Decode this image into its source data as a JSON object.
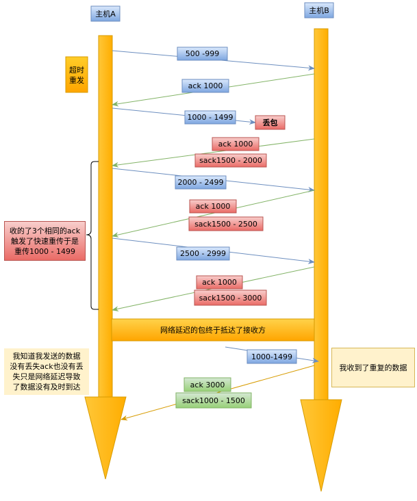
{
  "hosts": {
    "a": "主机A",
    "b": "主机B"
  },
  "timeout_label": "超时\n重发",
  "messages": [
    {
      "label": "500 -999",
      "kind": "blue"
    },
    {
      "label": "ack 1000",
      "kind": "blue"
    },
    {
      "label": "1000 - 1499",
      "kind": "blue"
    },
    {
      "label": "丢包",
      "kind": "red"
    },
    {
      "label": "ack 1000",
      "kind": "red"
    },
    {
      "label": "sack1500 - 2000",
      "kind": "red"
    },
    {
      "label": "2000 - 2499",
      "kind": "blue"
    },
    {
      "label": "ack 1000",
      "kind": "red"
    },
    {
      "label": "sack1500 - 2500",
      "kind": "red"
    },
    {
      "label": "2500 - 2999",
      "kind": "blue"
    },
    {
      "label": "ack 1000",
      "kind": "red"
    },
    {
      "label": "sack1500 - 3000",
      "kind": "red"
    },
    {
      "label": "1000-1499",
      "kind": "blue"
    },
    {
      "label": "ack 3000",
      "kind": "green"
    },
    {
      "label": "sack1000 - 1500",
      "kind": "green"
    }
  ],
  "fast_retransmit_note": "收的了3个相同的ack\n触发了快速重传于是\n重传1000 - 1499",
  "delay_banner": "网络延迟的包终于抵达了接收方",
  "sender_note": "我知道我发送的数据\n没有丢失ack也没有丢\n失只是网络延迟导致\n了数据没有及时到达",
  "receiver_note": "我收到了重复的数据",
  "colors": {
    "blue_fill": "#dae8fc",
    "blue_stroke": "#6c8ebf",
    "red_fill": "#f8cecc",
    "red_stroke": "#b85450",
    "green_fill": "#d5e8d4",
    "green_stroke": "#82b366",
    "bar_fill": "#ffb81c",
    "bar_stroke": "#d79b00",
    "note_fill": "#fff2cc",
    "note_stroke": "#d6b656",
    "arrow_blue": "#6c8ebf",
    "arrow_green": "#82b366",
    "arrow_orange": "#d79b00"
  }
}
